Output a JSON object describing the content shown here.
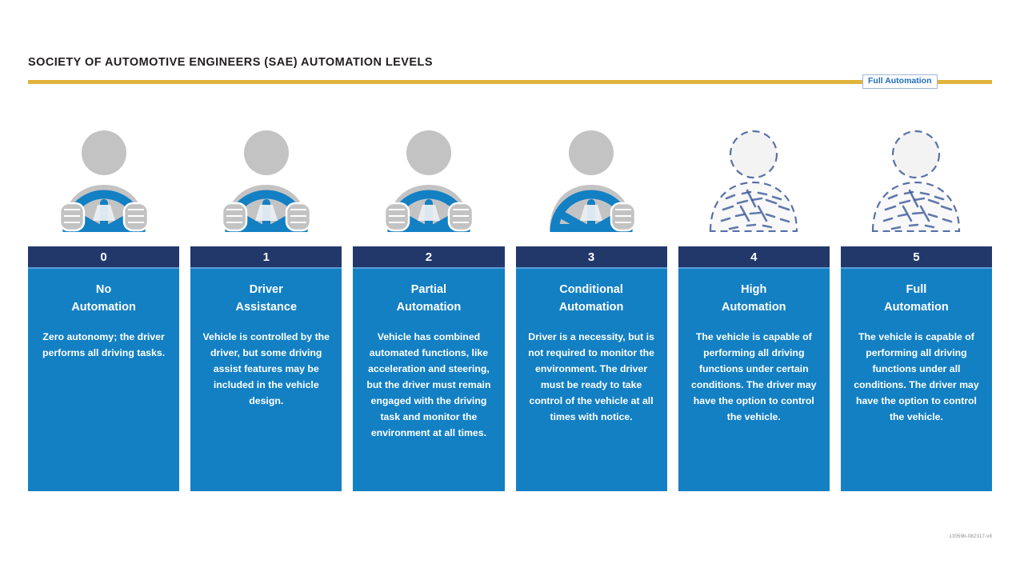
{
  "header": {
    "title": "SOCIETY OF AUTOMOTIVE ENGINEERS (SAE) AUTOMATION LEVELS",
    "callout_label": "Full Automation",
    "rule_color": "#e0b33a",
    "callout_text_color": "#1f6dc0"
  },
  "colors": {
    "card_header_bg": "#22386b",
    "card_body_bg": "#1380c4",
    "card_divider": "#5b9bd5",
    "icon_body_gray": "#c3c3c3",
    "icon_wheel_blue": "#1380c4",
    "icon_ghost_outline": "#3c5a9a",
    "title_text": "#231f20"
  },
  "levels": [
    {
      "number": "0",
      "title": "No\nAutomation",
      "description": "Zero autonomy; the driver performs all driving tasks.",
      "icon": "driver-both-hands-icon",
      "icon_state": "engaged",
      "hands": "both"
    },
    {
      "number": "1",
      "title": "Driver\nAssistance",
      "description": "Vehicle is controlled by the driver, but some driving assist features may be included in the vehicle design.",
      "icon": "driver-both-hands-icon",
      "icon_state": "engaged",
      "hands": "both"
    },
    {
      "number": "2",
      "title": "Partial\nAutomation",
      "description": "Vehicle has combined automated functions, like acceleration and steering, but the driver must remain engaged with the driving task and monitor the environment at all times.",
      "icon": "driver-both-hands-icon",
      "icon_state": "engaged",
      "hands": "both"
    },
    {
      "number": "3",
      "title": "Conditional\nAutomation",
      "description": "Driver is a necessity, but is not required to monitor the environment. The driver must be ready to take control of the vehicle at all times with notice.",
      "icon": "driver-one-hand-icon",
      "icon_state": "engaged",
      "hands": "right"
    },
    {
      "number": "4",
      "title": "High\nAutomation",
      "description": "The vehicle is capable of performing all driving functions under certain conditions. The driver may have the option to control the vehicle.",
      "icon": "driver-ghost-icon",
      "icon_state": "ghost",
      "hands": "none"
    },
    {
      "number": "5",
      "title": "Full\nAutomation",
      "description": "The vehicle is capable of performing all driving functions under all conditions. The driver may have the option to control the vehicle.",
      "icon": "driver-ghost-icon",
      "icon_state": "ghost",
      "hands": "none"
    }
  ],
  "footer": {
    "doc_code": "13059b-082317-v8"
  }
}
